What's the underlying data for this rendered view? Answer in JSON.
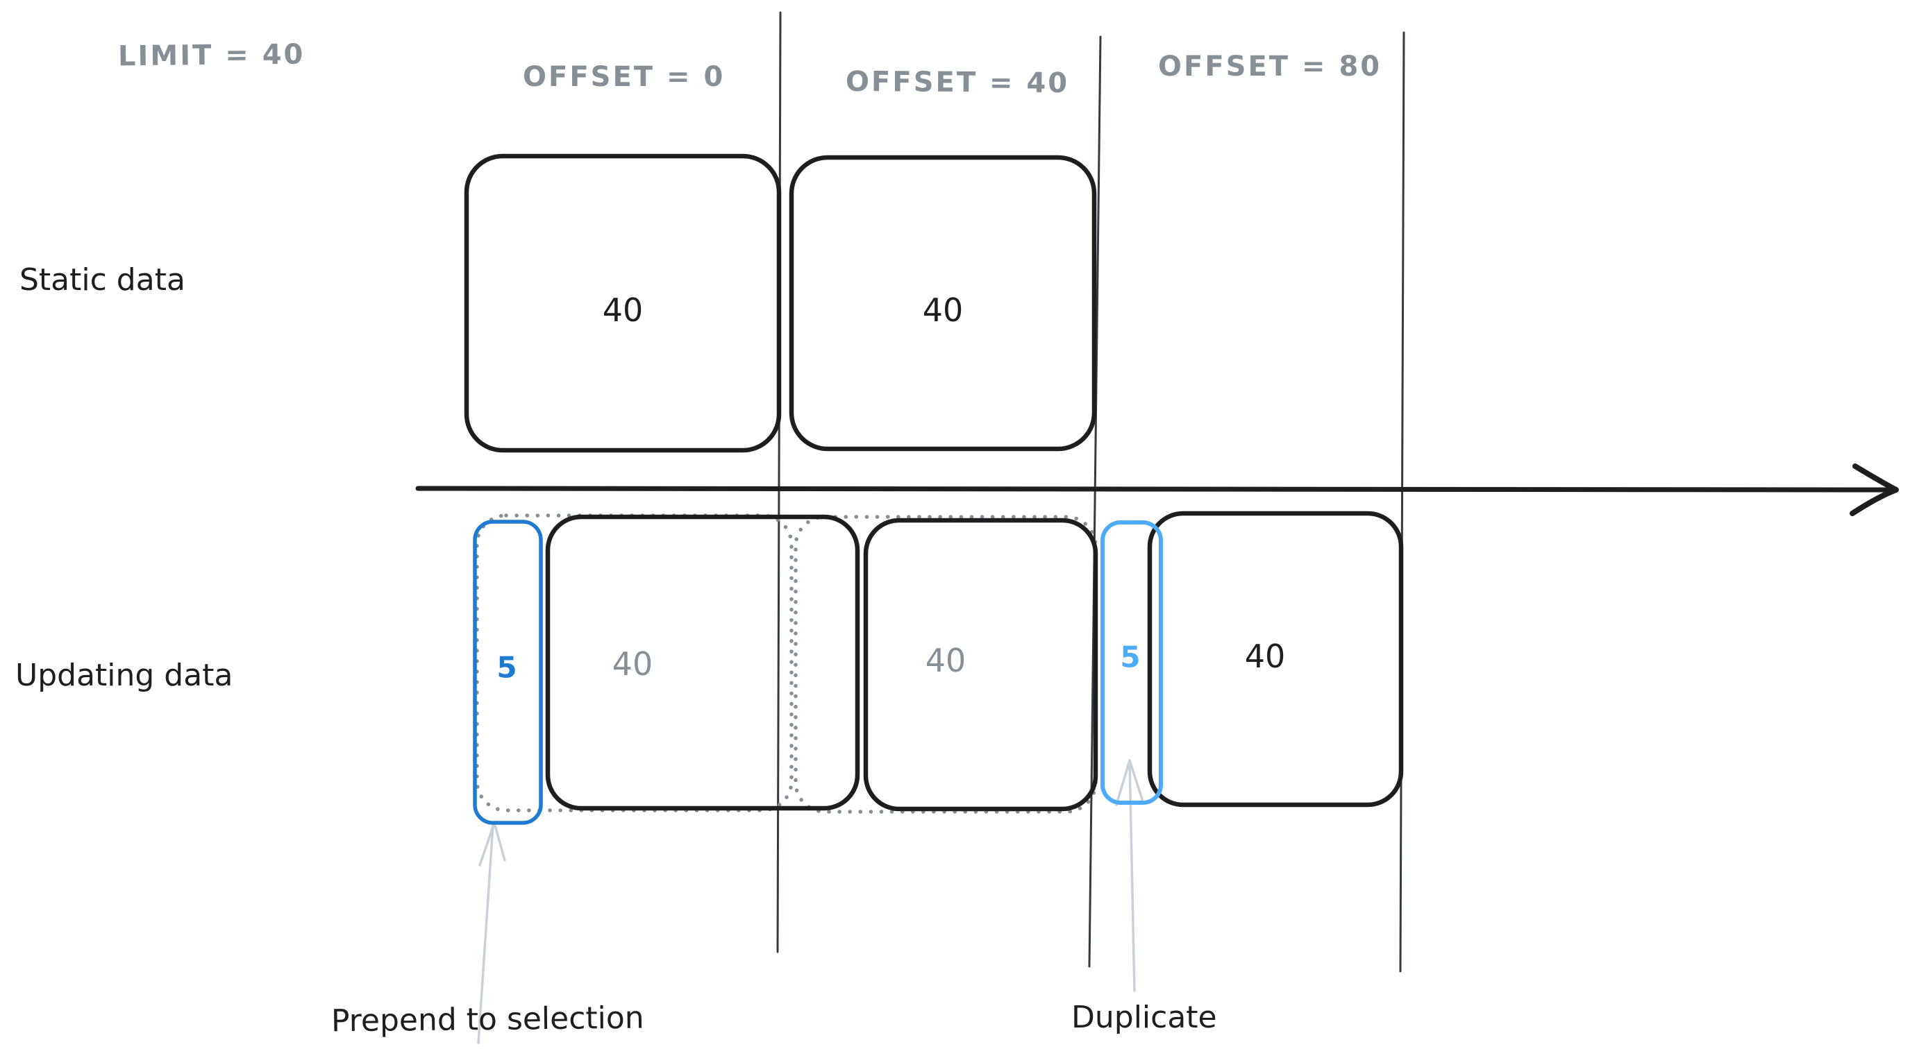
{
  "labels": {
    "limit": "LIMIT = 40",
    "offset_0": "OFFSET = 0",
    "offset_40": "OFFSET = 40",
    "offset_80": "OFFSET = 80",
    "row_static": "Static data",
    "row_updating": "Updating data",
    "annotation_prepend": "Prepend to selection",
    "annotation_duplicate": "Duplicate"
  },
  "boxes": {
    "static_page_1": "40",
    "static_page_2": "40",
    "updating_prepended_count": "5",
    "updating_page_1": "40",
    "updating_page_2": "40",
    "updating_duplicate_count": "5",
    "updating_page_3": "40"
  },
  "colors": {
    "ink": "#1e1e1e",
    "muted_gray": "#868e96",
    "divider_gray": "#343a40",
    "dark_blue": "#1f7ad1",
    "light_blue": "#4dabf7",
    "annotation_arrow_gray": "#c9d0d8",
    "background": "#ffffff"
  }
}
